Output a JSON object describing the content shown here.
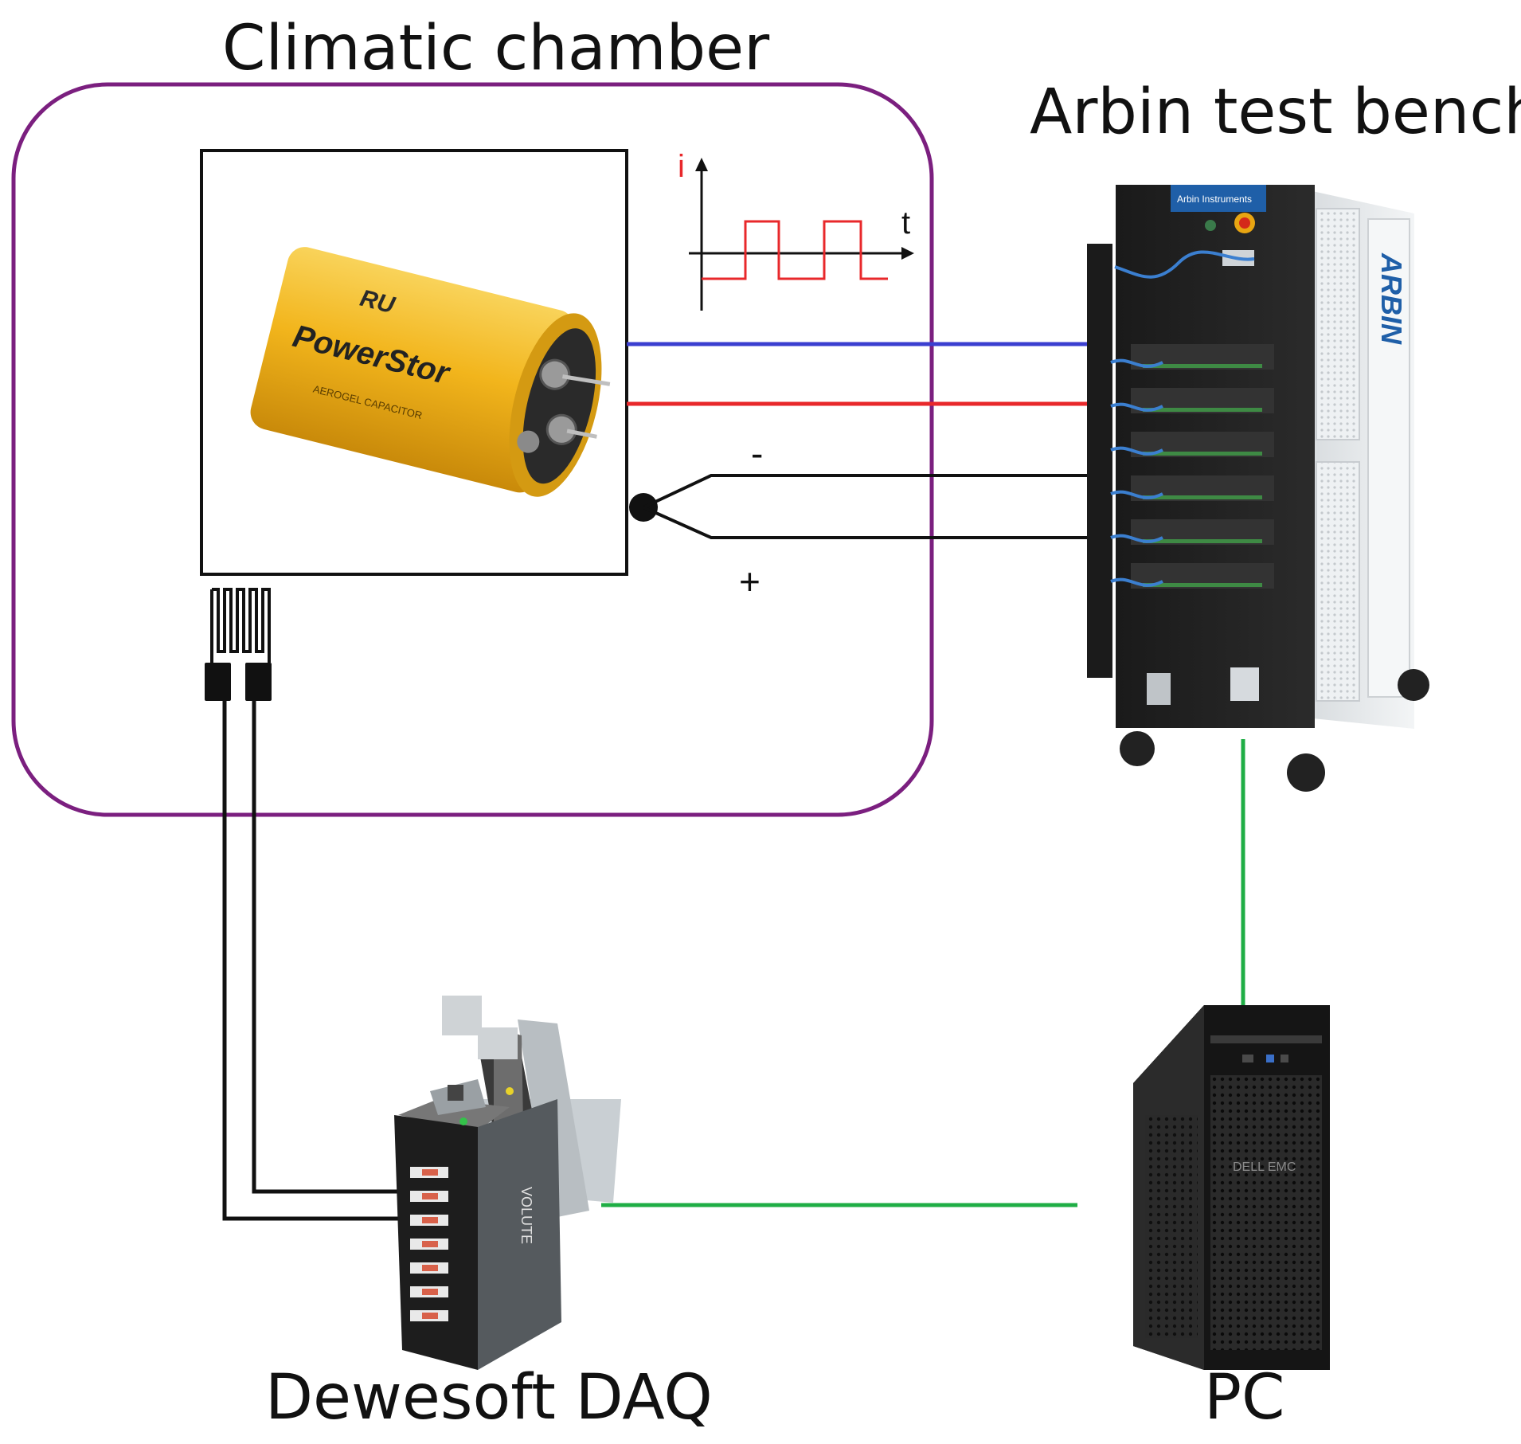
{
  "labels": {
    "chamber": "Climatic chamber",
    "arbin": "Arbin test bench",
    "daq": "Dewesoft DAQ",
    "pc": "PC",
    "minus": "-",
    "plus": "+"
  },
  "waveform": {
    "y_label": "i",
    "x_label": "t"
  },
  "capacitor": {
    "brand": "PowerStor",
    "subtext": "AEROGEL CAPACITOR",
    "ul_mark": "RU"
  },
  "arbin_panel": {
    "side_brand": "ARBIN",
    "top_plate": "Arbin Instruments"
  },
  "daq_device": {
    "brand": "VOLUTE"
  },
  "pc_device": {
    "brand": "DELL EMC"
  },
  "colors": {
    "chamber_border": "#7b1f7f",
    "wire_blue": "#3b3fd0",
    "wire_red": "#e8282b",
    "wire_black": "#111111",
    "wire_green": "#1fae45",
    "capacitor_body": "#f2b51c"
  }
}
